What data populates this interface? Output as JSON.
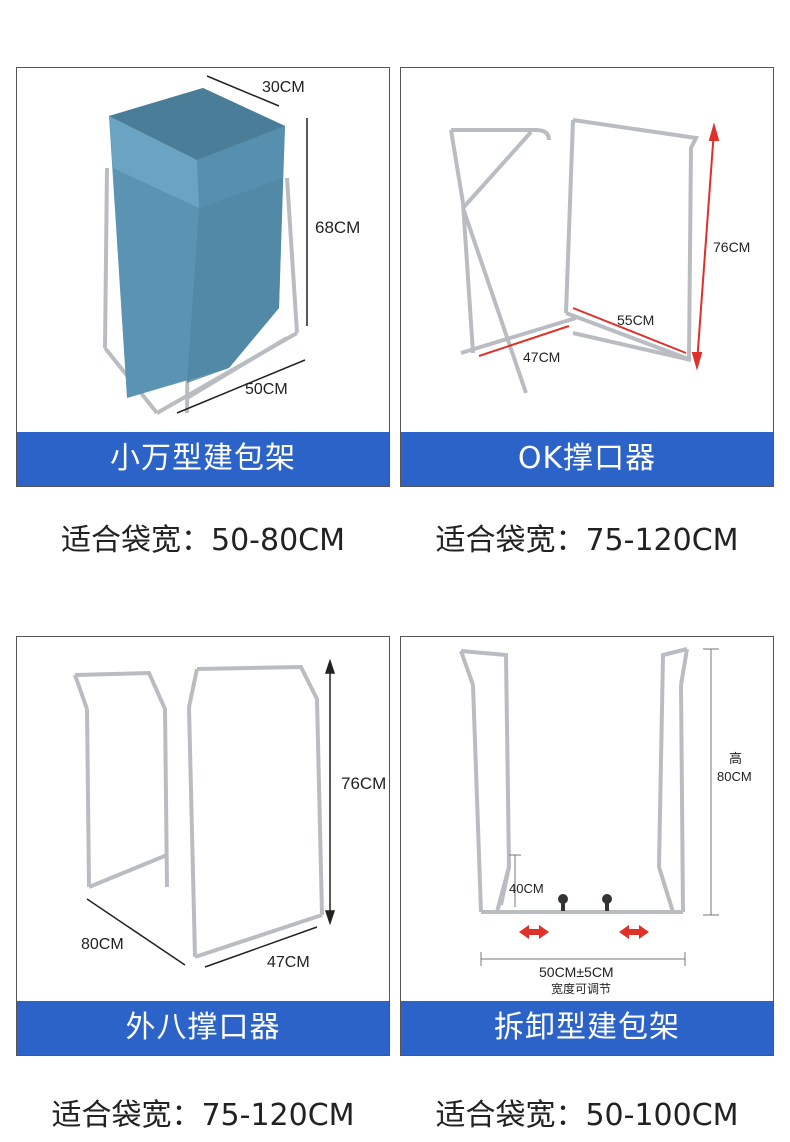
{
  "products": [
    {
      "title": "小万型建包架",
      "fit": "适合袋宽：50-80CM",
      "dims": {
        "top": "30CM",
        "height": "68CM",
        "base": "50CM"
      }
    },
    {
      "title": "OK撑口器",
      "fit": "适合袋宽：75-120CM",
      "dims": {
        "height": "76CM",
        "right": "55CM",
        "left": "47CM"
      }
    },
    {
      "title": "外八撑口器",
      "fit": "适合袋宽：75-120CM",
      "dims": {
        "height": "76CM",
        "left": "80CM",
        "right": "47CM"
      }
    },
    {
      "title": "拆卸型建包架",
      "fit": "适合袋宽：50-100CM",
      "dims": {
        "height_label": "高",
        "height": "80CM",
        "inner": "40CM",
        "width": "50CM±5CM",
        "note": "宽度可调节"
      }
    }
  ],
  "colors": {
    "bar": "#2c63c8",
    "bag": "#5b94b3",
    "frame": "#b9bdc2",
    "arrow_red": "#e0302a"
  }
}
